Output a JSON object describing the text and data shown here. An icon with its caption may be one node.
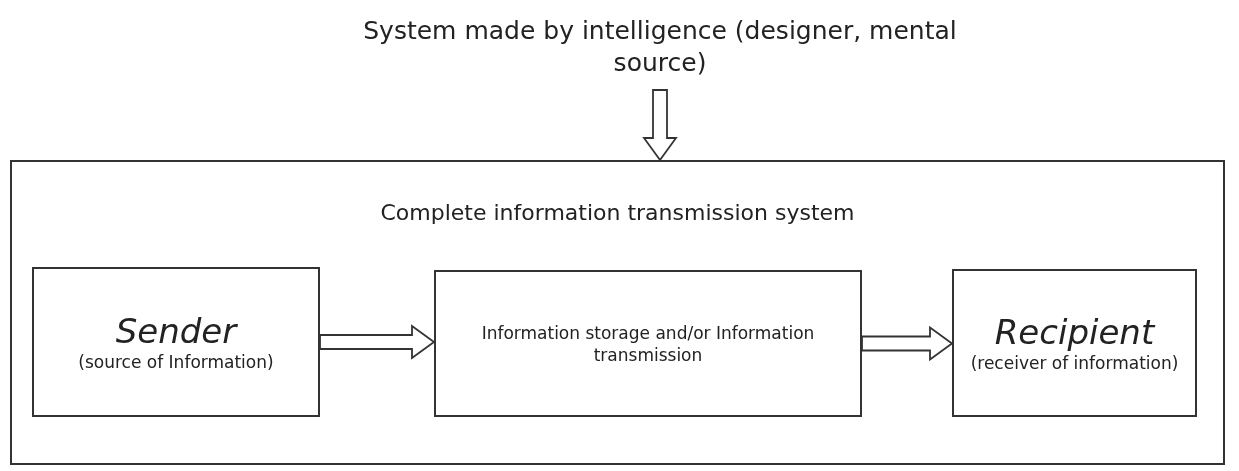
{
  "diagram": {
    "nodes": [
      {
        "text": [
          "System made by intelligence (designer, mental source)"
        ]
      },
      {
        "text": [
          "Complete information transmission system"
        ]
      },
      {
        "text": [
          "Sender",
          "(source of Information)"
        ],
        "in": 1
      },
      {
        "text": [
          "Information storage and/or Information transmission"
        ],
        "in": 1
      },
      {
        "text": [
          "Recipient",
          "(receiver of information)"
        ],
        "in": 1
      }
    ],
    "edges": [
      {
        "from": 0,
        "to": 1,
        "arrow": "to"
      },
      {
        "from": 2,
        "to": 3,
        "arrow": "to"
      },
      {
        "from": 3,
        "to": 4,
        "arrow": "to"
      }
    ]
  }
}
